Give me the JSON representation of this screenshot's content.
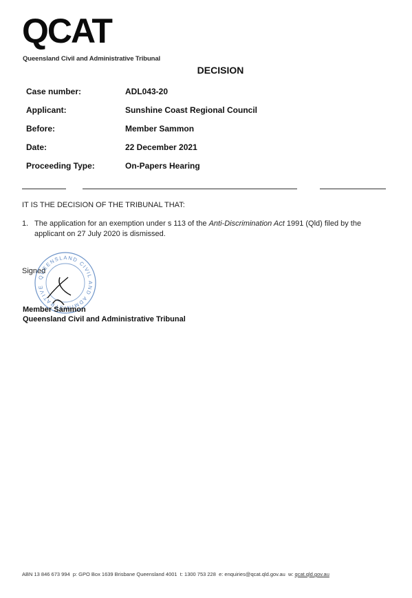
{
  "header": {
    "logo_text": "QCAT",
    "logo_subtitle": "Queensland Civil and Administrative Tribunal",
    "document_title": "DECISION"
  },
  "case_details": [
    {
      "label": "Case number:",
      "value": "ADL043-20"
    },
    {
      "label": "Applicant:",
      "value": "Sunshine Coast Regional Council"
    },
    {
      "label": "Before:",
      "value": "Member Sammon"
    },
    {
      "label": "Date:",
      "value": "22 December 2021"
    },
    {
      "label": "Proceeding Type:",
      "value": "On-Papers Hearing"
    }
  ],
  "decision": {
    "intro": "IT IS THE DECISION OF THE TRIBUNAL THAT:",
    "orders": [
      {
        "number": "1.",
        "text_before": "The application for an exemption under s 113 of the ",
        "act_name": "Anti-Discrimination Act",
        "text_after": " 1991 (Qld) filed by the applicant on 27 July 2020 is dismissed."
      }
    ]
  },
  "signature": {
    "signed_label": "Signed",
    "seal_text": "QUEENSLAND CIVIL AND ADMINISTRATIVE",
    "member_name": "Member Sammon",
    "tribunal_name": "Queensland Civil and Administrative Tribunal"
  },
  "footer": {
    "abn": "ABN 13 846 673 994",
    "postal": "p: GPO Box 1639 Brisbane Queensland 4001",
    "phone": "t: 1300 753 228",
    "email": "e: enquiries@qcat.qld.gov.au",
    "web_label": "w:",
    "web": "qcat.qld.gov.au"
  },
  "colors": {
    "text": "#111111",
    "seal_blue": "#3b6fb6"
  }
}
